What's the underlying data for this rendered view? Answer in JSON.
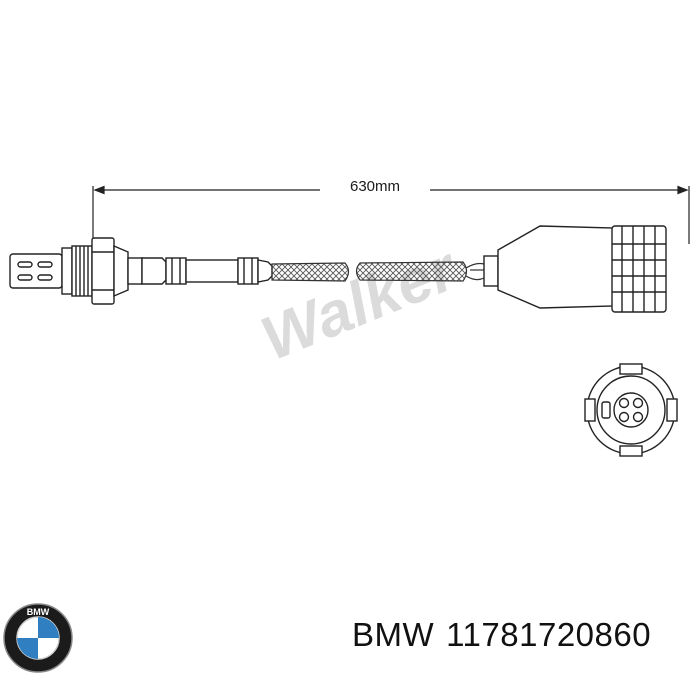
{
  "dimension": {
    "label": "630mm"
  },
  "watermark": {
    "text": "Walker"
  },
  "caption": {
    "brand": "BMW",
    "part_number": "11781720860"
  },
  "logo": {
    "text": "BMW",
    "colors": {
      "ring": "#1b1b1b",
      "blue": "#2f7fc1",
      "white": "#ffffff"
    }
  }
}
